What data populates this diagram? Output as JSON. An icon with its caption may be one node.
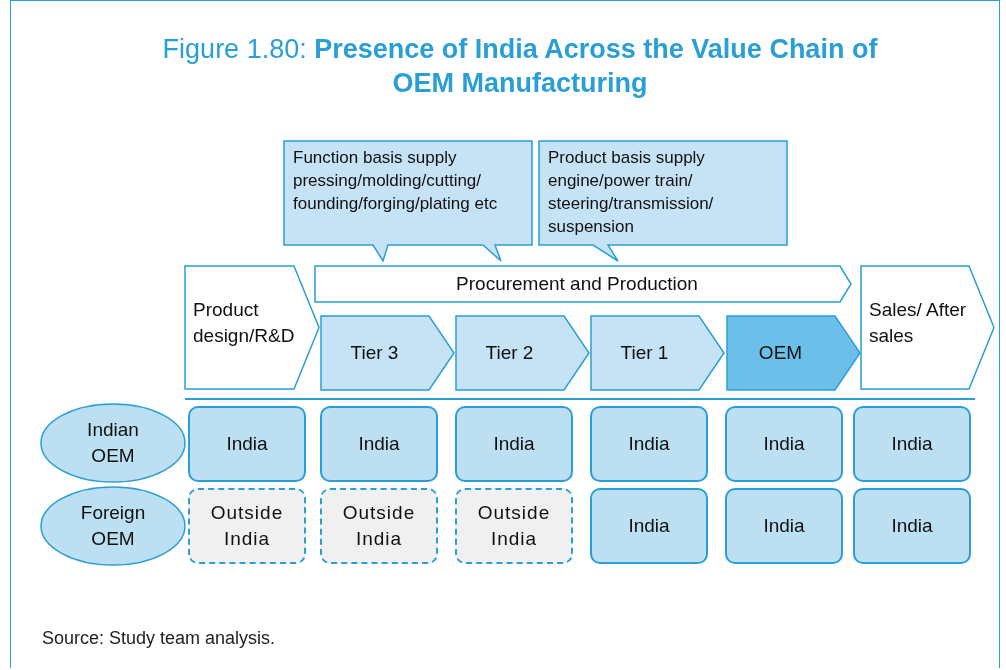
{
  "diagram": {
    "title": "Figure 1.80: **Presence of India Across the Value Chain of OEM Manufacturing**",
    "caption": "Source: Study team analysis.",
    "nodes": [
      {
        "text": [
          "Function basis supply",
          "pressing/molding/cutting/ founding/forging/plating etc"
        ]
      },
      {
        "text": [
          "Product basis supply",
          "engine/power train/ steering/transmission/ suspension"
        ]
      },
      {
        "text": [
          "Product design/R&D"
        ]
      },
      {
        "text": [
          "Procurement and Production"
        ]
      },
      {
        "text": [
          "Tier 3"
        ]
      },
      {
        "text": [
          "Tier 2"
        ]
      },
      {
        "text": [
          "Tier 1"
        ]
      },
      {
        "text": [
          "OEM"
        ]
      },
      {
        "text": [
          "Sales/ After sales"
        ]
      },
      {
        "text": [
          "Indian OEM"
        ]
      },
      {
        "text": [
          "India"
        ]
      },
      {
        "text": [
          "India"
        ]
      },
      {
        "text": [
          "India"
        ]
      },
      {
        "text": [
          "India"
        ]
      },
      {
        "text": [
          "India"
        ]
      },
      {
        "text": [
          "India"
        ]
      },
      {
        "text": [
          "Foreign OEM"
        ]
      },
      {
        "text": [
          "Outside India"
        ]
      },
      {
        "text": [
          "Outside India"
        ]
      },
      {
        "text": [
          "Outside India"
        ]
      },
      {
        "text": [
          "India"
        ]
      },
      {
        "text": [
          "India"
        ]
      },
      {
        "text": [
          "India"
        ]
      }
    ]
  }
}
